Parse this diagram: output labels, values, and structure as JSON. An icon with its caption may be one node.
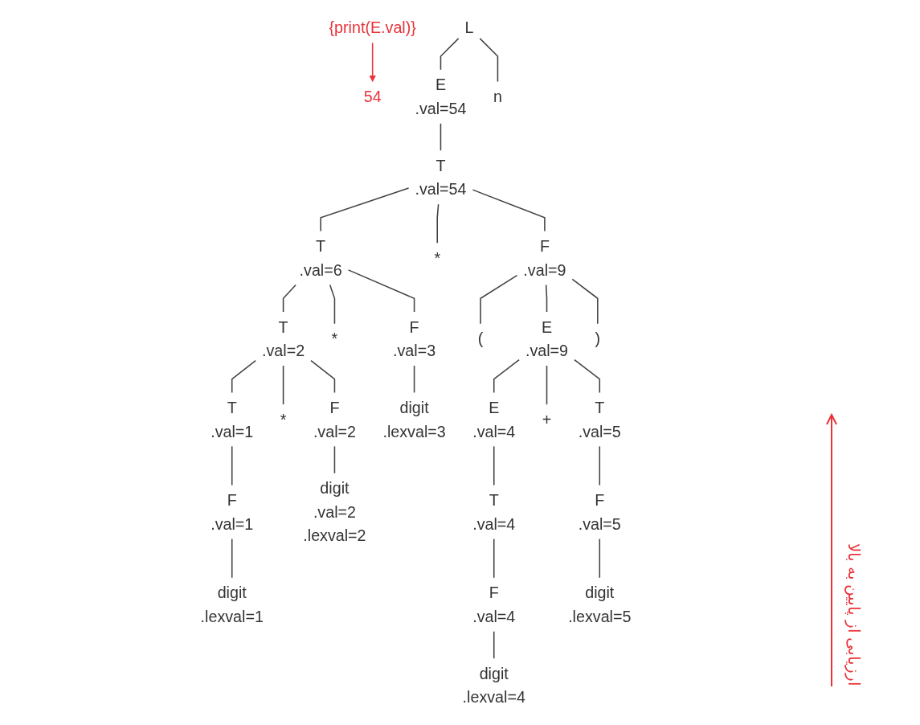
{
  "diagram": {
    "nodes": [
      {
        "text": [
          "L"
        ]
      },
      {
        "text": [
          "{print(E.val)}"
        ]
      },
      {
        "text": [
          "54"
        ]
      },
      {
        "text": [
          "E"
        ],
        "beside": [
          ".val=54"
        ]
      },
      {
        "text": [
          "n"
        ]
      },
      {
        "text": [
          "T"
        ],
        "beside": [
          ".val=54"
        ]
      },
      {
        "text": [
          "T"
        ],
        "beside": [
          ".val=6"
        ]
      },
      {
        "text": [
          "*"
        ]
      },
      {
        "text": [
          "F"
        ],
        "beside": [
          ".val=9"
        ]
      },
      {
        "text": [
          "T"
        ],
        "beside": [
          ".val=2"
        ]
      },
      {
        "text": [
          "*"
        ]
      },
      {
        "text": [
          "F"
        ],
        "beside": [
          ".val=3"
        ]
      },
      {
        "text": [
          "("
        ]
      },
      {
        "text": [
          "E"
        ],
        "beside": [
          ".val=9"
        ]
      },
      {
        "text": [
          ")"
        ]
      },
      {
        "text": [
          "T"
        ],
        "beside": [
          ".val=1"
        ]
      },
      {
        "text": [
          "*"
        ]
      },
      {
        "text": [
          "F"
        ],
        "beside": [
          ".val=2"
        ]
      },
      {
        "text": [
          "digit"
        ],
        "beside": [
          ".lexval=3"
        ]
      },
      {
        "text": [
          "E"
        ],
        "beside": [
          ".val=4"
        ]
      },
      {
        "text": [
          "+"
        ]
      },
      {
        "text": [
          "T"
        ],
        "beside": [
          ".val=5"
        ]
      },
      {
        "text": [
          "F"
        ],
        "beside": [
          ".val=1"
        ]
      },
      {
        "text": [
          "digit"
        ],
        "beside": [
          ".val=2",
          ".lexval=2"
        ]
      },
      {
        "text": [
          "T"
        ],
        "beside": [
          ".val=4"
        ]
      },
      {
        "text": [
          "F"
        ],
        "beside": [
          ".val=5"
        ]
      },
      {
        "text": [
          "digit"
        ],
        "beside": [
          ".lexval=1"
        ]
      },
      {
        "text": [
          "F"
        ],
        "beside": [
          ".val=4"
        ]
      },
      {
        "text": [
          "digit"
        ],
        "beside": [
          ".lexval=5"
        ]
      },
      {
        "text": [
          "digit"
        ],
        "beside": [
          ".lexval=4"
        ]
      }
    ],
    "edges": [
      {
        "from": 0,
        "to": 3,
        "arrow": "none"
      },
      {
        "from": 0,
        "to": 4,
        "arrow": "none"
      },
      {
        "from": 1,
        "to": 2,
        "arrow": "to",
        "color": "#e8333a"
      },
      {
        "from": 3,
        "to": 5,
        "arrow": "none"
      },
      {
        "from": 5,
        "to": 6,
        "arrow": "none"
      },
      {
        "from": 5,
        "to": 7,
        "arrow": "none"
      },
      {
        "from": 5,
        "to": 8,
        "arrow": "none"
      },
      {
        "from": 6,
        "to": 9,
        "arrow": "none"
      },
      {
        "from": 6,
        "to": 10,
        "arrow": "none"
      },
      {
        "from": 6,
        "to": 11,
        "arrow": "none"
      },
      {
        "from": 8,
        "to": 12,
        "arrow": "none"
      },
      {
        "from": 8,
        "to": 13,
        "arrow": "none"
      },
      {
        "from": 8,
        "to": 14,
        "arrow": "none"
      },
      {
        "from": 9,
        "to": 15,
        "arrow": "none"
      },
      {
        "from": 9,
        "to": 16,
        "arrow": "none"
      },
      {
        "from": 9,
        "to": 17,
        "arrow": "none"
      },
      {
        "from": 11,
        "to": 18,
        "arrow": "none"
      },
      {
        "from": 13,
        "to": 19,
        "arrow": "none"
      },
      {
        "from": 13,
        "to": 20,
        "arrow": "none"
      },
      {
        "from": 13,
        "to": 21,
        "arrow": "none"
      },
      {
        "from": 15,
        "to": 22,
        "arrow": "none"
      },
      {
        "from": 17,
        "to": 23,
        "arrow": "none"
      },
      {
        "from": 19,
        "to": 24,
        "arrow": "none"
      },
      {
        "from": 21,
        "to": 25,
        "arrow": "none"
      },
      {
        "from": 22,
        "to": 26,
        "arrow": "none"
      },
      {
        "from": 24,
        "to": 27,
        "arrow": "none"
      },
      {
        "from": 25,
        "to": 28,
        "arrow": "none"
      },
      {
        "from": 27,
        "to": 29,
        "arrow": "none"
      }
    ],
    "labels": [
      "ارزیابی از پایین به بالا"
    ]
  }
}
